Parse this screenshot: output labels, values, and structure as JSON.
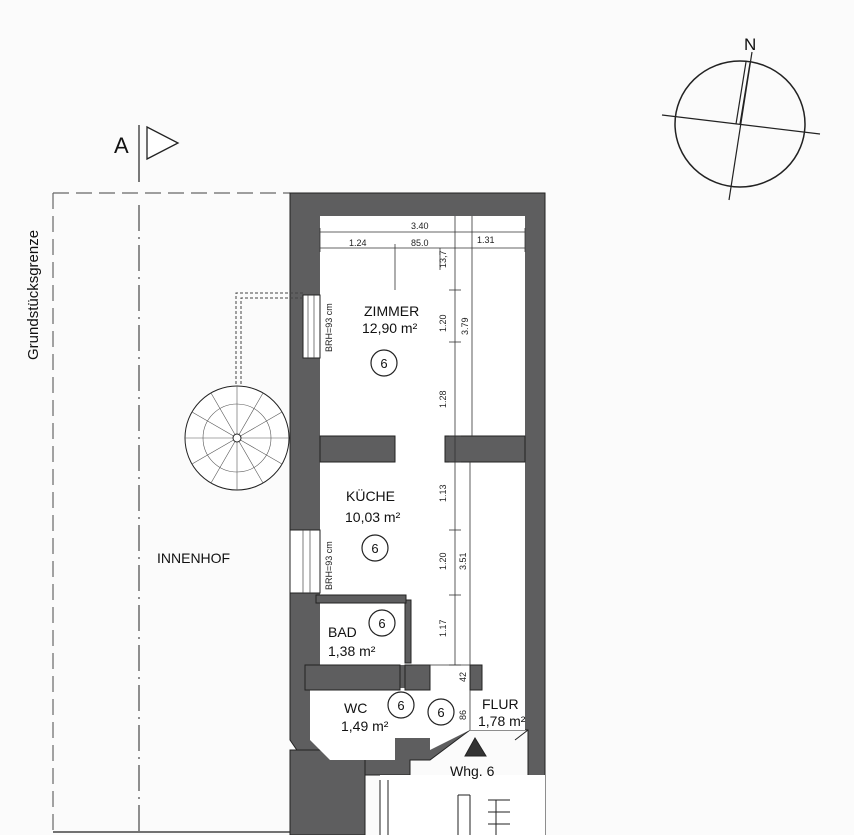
{
  "section_marker": {
    "letter": "A"
  },
  "north_label": "N",
  "property_line_label": "Grundstücksgrenze",
  "courtyard_label": "INNENHOF",
  "rooms": [
    {
      "id": "zimmer",
      "name": "ZIMMER",
      "area": "12,90 m²",
      "unit": "6"
    },
    {
      "id": "kueche",
      "name": "KÜCHE",
      "area": "10,03 m²",
      "unit": "6"
    },
    {
      "id": "bad",
      "name": "BAD",
      "area": "1,38 m²",
      "unit": "6"
    },
    {
      "id": "wc",
      "name": "WC",
      "area": "1,49 m²",
      "unit": "6"
    },
    {
      "id": "flur",
      "name": "FLUR",
      "area": "1,78 m²",
      "unit": "6"
    }
  ],
  "windows": [
    {
      "id": "zimmer",
      "label": "BRH=93 cm"
    },
    {
      "id": "kueche",
      "label": "BRH=93 cm"
    }
  ],
  "dimensions": {
    "top_total": "3.40",
    "top_left": "1.24",
    "top_mid": "85.0",
    "top_right": "1.31",
    "top_small": "13,7",
    "zimmer_v1": "1.20",
    "zimmer_v2": "1.28",
    "zimmer_total": "3.79",
    "kueche_v1": "1.13",
    "kueche_v2": "1.20",
    "kueche_v3": "1.17",
    "kueche_total": "3.51",
    "flur_v1": "42",
    "flur_v2": "86"
  },
  "entrance_label": "Whg. 6"
}
